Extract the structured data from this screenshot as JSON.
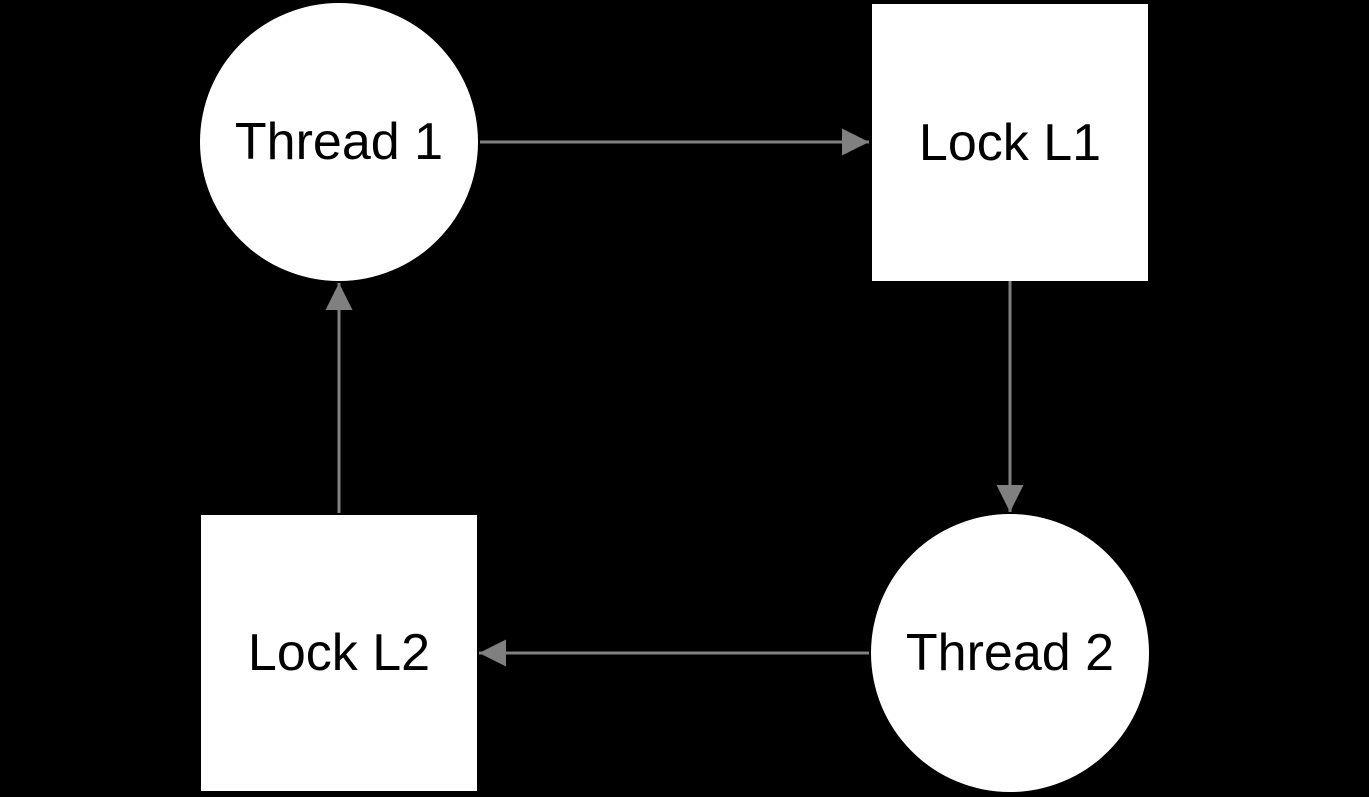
{
  "diagram": {
    "type": "directed-graph",
    "description": "Deadlock cycle between two threads and two locks",
    "nodes": [
      {
        "id": "thread1",
        "label": "Thread 1",
        "shape": "circle"
      },
      {
        "id": "lockL1",
        "label": "Lock L1",
        "shape": "square"
      },
      {
        "id": "thread2",
        "label": "Thread 2",
        "shape": "circle"
      },
      {
        "id": "lockL2",
        "label": "Lock L2",
        "shape": "square"
      }
    ],
    "edges": [
      {
        "from": "thread1",
        "to": "lockL1",
        "direction": "right"
      },
      {
        "from": "lockL1",
        "to": "thread2",
        "direction": "down"
      },
      {
        "from": "thread2",
        "to": "lockL2",
        "direction": "left"
      },
      {
        "from": "lockL2",
        "to": "thread1",
        "direction": "up"
      }
    ],
    "colors": {
      "background": "#000000",
      "node_fill": "#ffffff",
      "node_text": "#000000",
      "arrow": "#808080"
    }
  }
}
